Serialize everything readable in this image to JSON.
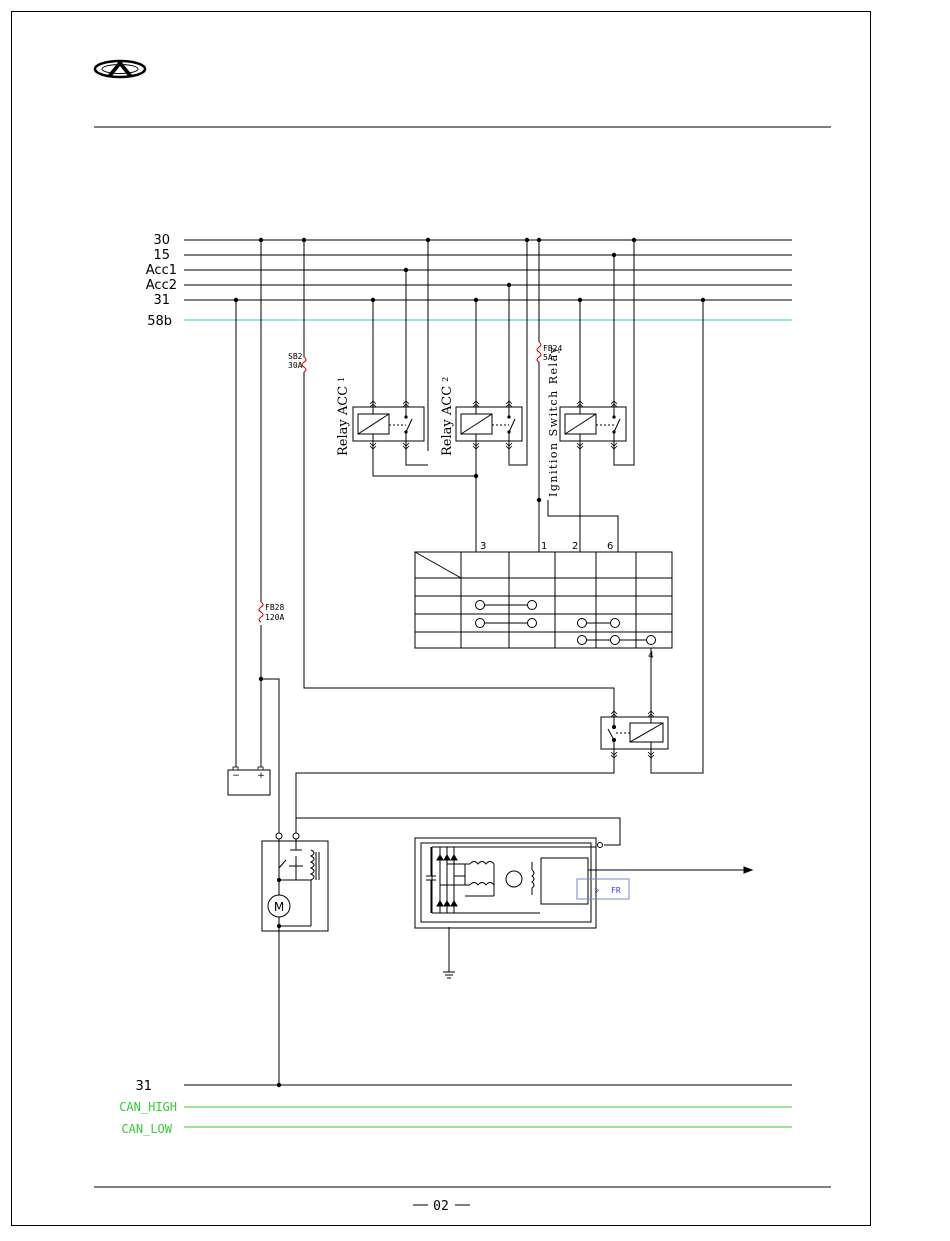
{
  "rails_top": [
    {
      "label": "30",
      "color": "#000000"
    },
    {
      "label": "15",
      "color": "#000000"
    },
    {
      "label": "Acc1",
      "color": "#000000"
    },
    {
      "label": "Acc2",
      "color": "#000000"
    },
    {
      "label": "31",
      "color": "#000000"
    },
    {
      "label": "58b",
      "color": "#33cccc"
    }
  ],
  "rails_bottom": [
    {
      "label": "31",
      "color": "#000000"
    },
    {
      "label": "CAN_HIGH",
      "color": "#33cc33"
    },
    {
      "label": "CAN_LOW",
      "color": "#33cc33"
    }
  ],
  "fuses": {
    "sb2": {
      "name": "SB2",
      "rating": "30A"
    },
    "fb24": {
      "name": "FB24",
      "rating": "5A"
    },
    "fb28": {
      "name": "FB28",
      "rating": "120A"
    }
  },
  "relays": {
    "acc1": {
      "name": "Relay ACC",
      "index": "1"
    },
    "acc2": {
      "name": "Relay ACC",
      "index": "2"
    },
    "ignition": {
      "name": "Ignition Switch Relay"
    }
  },
  "ignition_switch": {
    "pins_top": [
      "3",
      "1",
      "2",
      "6"
    ],
    "pin_bottom": "4"
  },
  "battery": {
    "minus": "−",
    "plus": "+"
  },
  "starter": {
    "symbol": "M"
  },
  "alternator": {
    "signal": "FR"
  },
  "page_number": "02"
}
